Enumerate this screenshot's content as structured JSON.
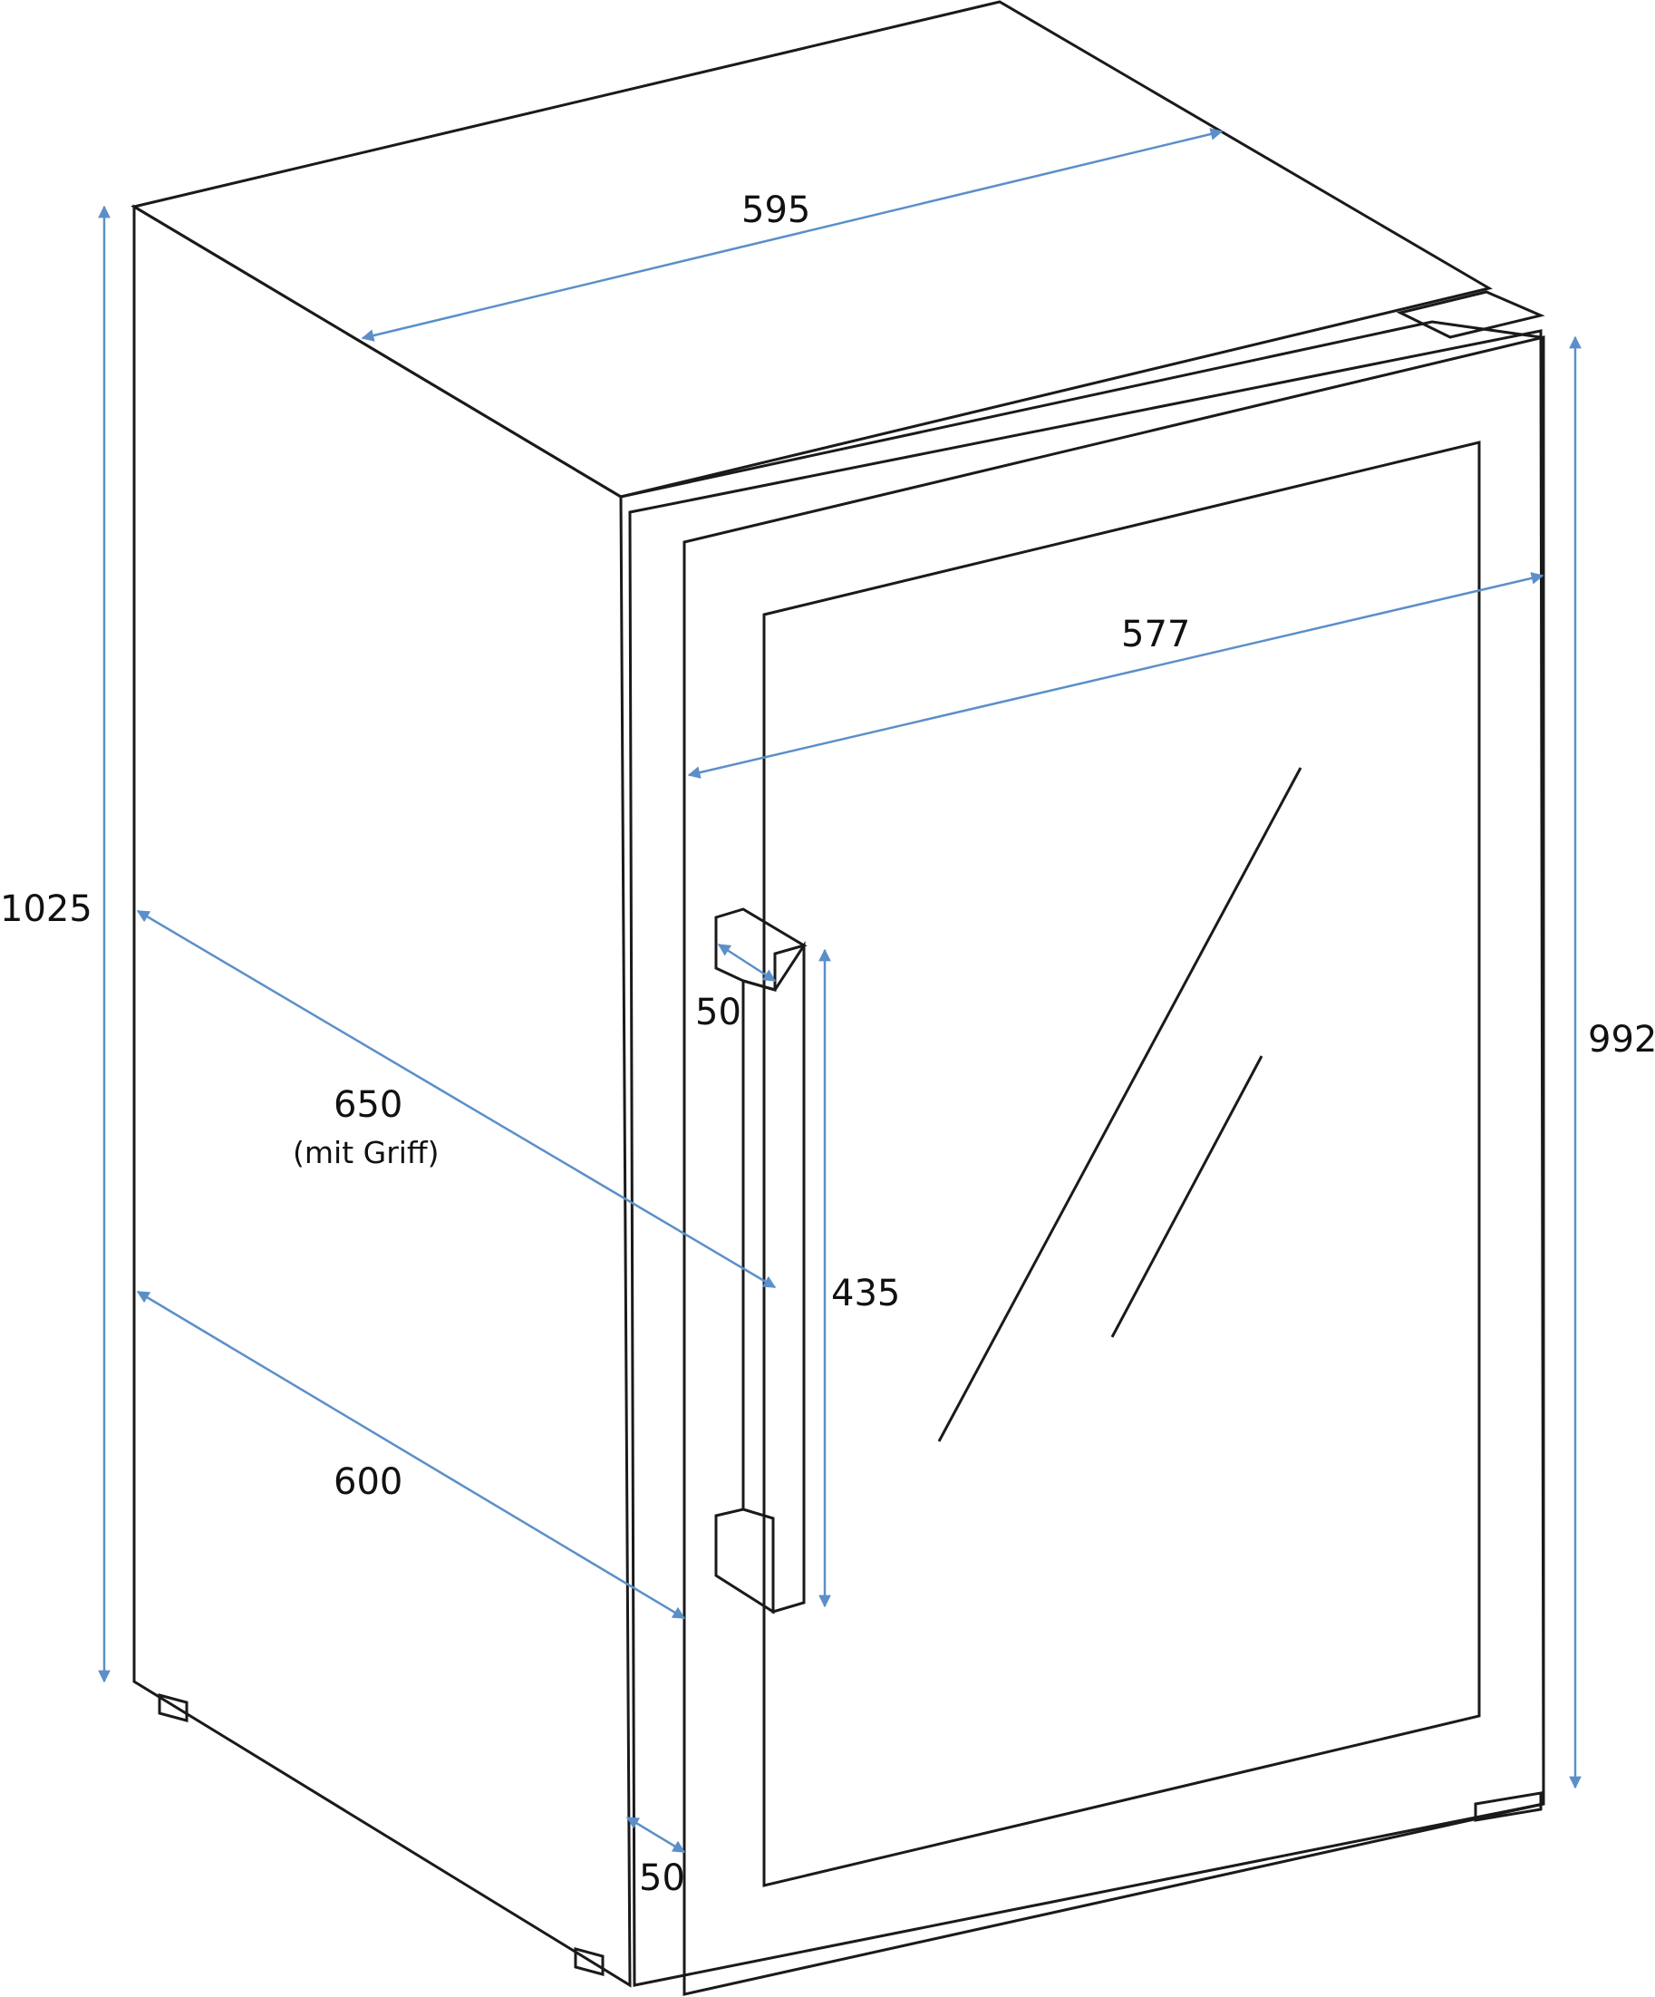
{
  "dimensions": {
    "width_top": "595",
    "door_width": "577",
    "height_total": "1025",
    "height_door": "992",
    "depth_with_handle": "650",
    "depth_with_handle_note": "(mit Griff)",
    "depth": "600",
    "handle_depth": "50",
    "door_thickness": "50",
    "handle_length": "435"
  },
  "colors": {
    "outline": "#1a1a1a",
    "dimension_lines": "#5b8fc9",
    "background": "#ffffff"
  }
}
